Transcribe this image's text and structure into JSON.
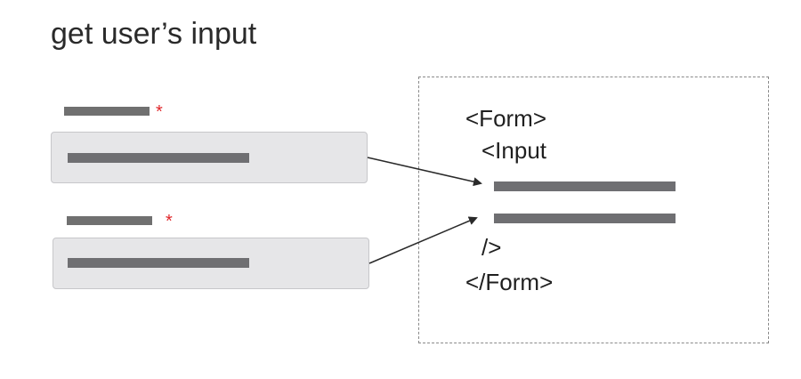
{
  "title": "get user’s input",
  "fields": [
    {
      "required_mark": "*"
    },
    {
      "required_mark": "*"
    }
  ],
  "code": {
    "form_open": "<Form>",
    "input_open": "<Input",
    "input_close": "/>",
    "form_close": "</Form>"
  },
  "colors": {
    "required": "#e0262a",
    "placeholder_bar": "#6f6f72",
    "input_background": "#e6e6e8",
    "arrow": "#2a2a2a"
  }
}
